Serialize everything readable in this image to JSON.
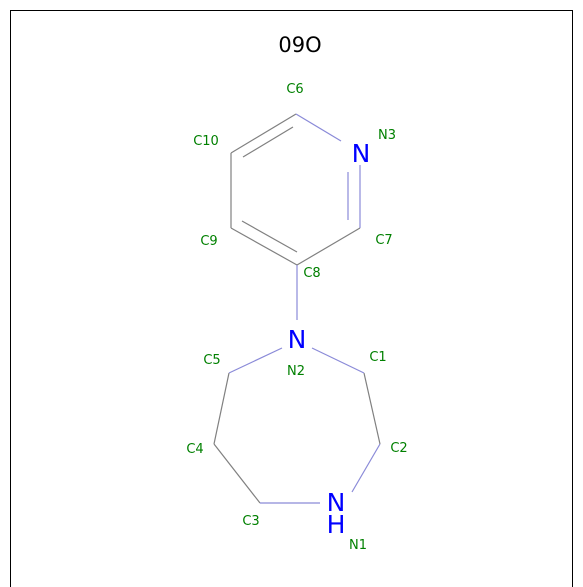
{
  "title": "09O",
  "colors": {
    "bond": "#808080",
    "bond_to_nitrogen": "#8a8ad8",
    "nitrogen": "#0000ff",
    "label": "#008000",
    "frame": "#000000"
  },
  "atoms": {
    "N3": {
      "symbol": "N",
      "label": "N3"
    },
    "N2": {
      "symbol": "N",
      "label": "N2"
    },
    "N1": {
      "symbol": "N",
      "hydrogen": "H",
      "label": "N1"
    }
  },
  "labels": {
    "C1": "C1",
    "C2": "C2",
    "C3": "C3",
    "C4": "C4",
    "C5": "C5",
    "C6": "C6",
    "C7": "C7",
    "C8": "C8",
    "C9": "C9",
    "C10": "C10"
  }
}
